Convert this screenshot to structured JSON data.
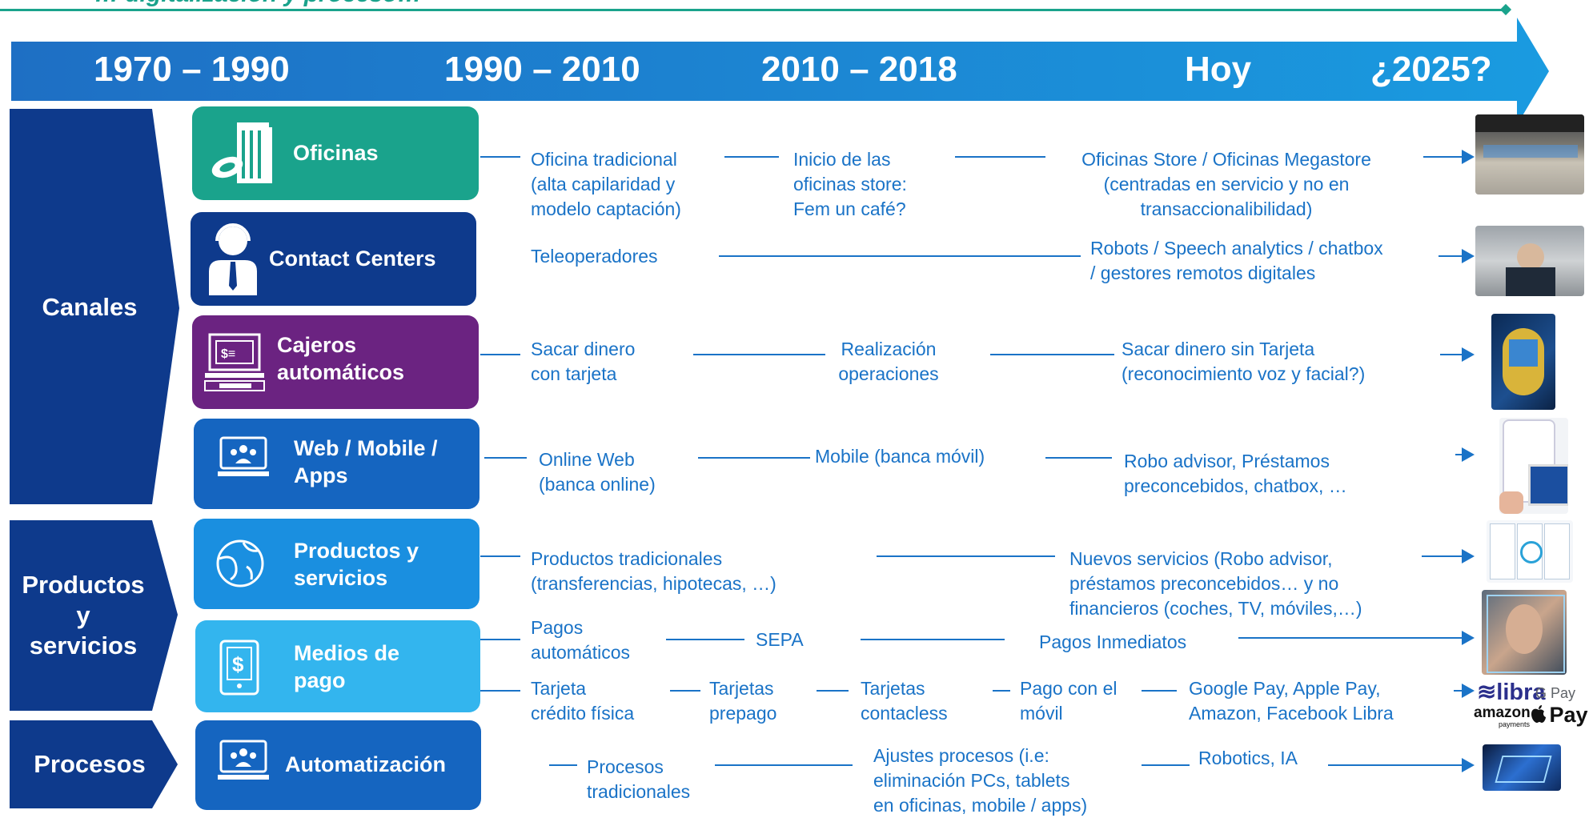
{
  "header": {
    "subtitle": "… digitalización y proceso…"
  },
  "timeline": {
    "periods": [
      "1970 – 1990",
      "1990 – 2010",
      "2010 – 2018",
      "Hoy",
      "¿2025?"
    ]
  },
  "categories": {
    "canales": "Canales",
    "productos": "Productos\ny\nservicios",
    "procesos": "Procesos"
  },
  "rows": {
    "oficinas": {
      "label": "Oficinas",
      "c1": "Oficina tradicional\n(alta capilaridad y\nmodelo captación)",
      "c2": "Inicio de las\noficinas store:\nFem un café?",
      "c3": "Oficinas Store / Oficinas Megastore\n(centradas en servicio y no en\ntransaccionalibilidad)"
    },
    "contact": {
      "label": "Contact Centers",
      "c1": "Teleoperadores",
      "c3": "Robots / Speech analytics / chatbox\n/ gestores remotos digitales"
    },
    "cajeros": {
      "label": "Cajeros\nautomáticos",
      "c1": "Sacar dinero\ncon tarjeta",
      "c2": "Realización\noperaciones",
      "c3": "Sacar dinero sin Tarjeta\n(reconocimiento voz y facial?)"
    },
    "web": {
      "label": "Web / Mobile /\nApps",
      "c1": "Online Web\n(banca online)",
      "c2": "Mobile (banca móvil)",
      "c3": "Robo advisor, Préstamos\npreconcebidos, chatbox, …"
    },
    "productos": {
      "label": "Productos y\nservicios",
      "c1": "Productos tradicionales\n(transferencias, hipotecas, …)",
      "c3": "Nuevos servicios (Robo advisor,\npréstamos preconcebidos… y no\nfinancieros (coches, TV, móviles,…)"
    },
    "medios": {
      "label": "Medios de\npago",
      "a1": "Pagos\nautomáticos",
      "a2": "SEPA",
      "a3": "Pagos Inmediatos",
      "b1": "Tarjeta\ncrédito física",
      "b2": "Tarjetas\nprepago",
      "b3": "Tarjetas\ncontacless",
      "b4": "Pago con el\nmóvil",
      "b5": "Google Pay, Apple Pay,\nAmazon, Facebook Libra"
    },
    "automat": {
      "label": "Automatización",
      "c1": "Procesos\ntradicionales",
      "c2": "Ajustes procesos (i.e:\neliminación PCs, tablets\nen oficinas, mobile / apps)",
      "c3": "Robotics, IA"
    }
  },
  "logos": {
    "libra": "≋libra",
    "gpay": "G Pay",
    "amazon": "amazon",
    "amazon_sub": "payments",
    "apay": " Pay"
  },
  "colors": {
    "teal": "#1aa38c",
    "navy": "#0e3a8c",
    "purple": "#6b2381",
    "blue": "#1565c0",
    "lightblue": "#1a8fe0",
    "cyan": "#33b5ee",
    "text": "#1a73c7"
  }
}
